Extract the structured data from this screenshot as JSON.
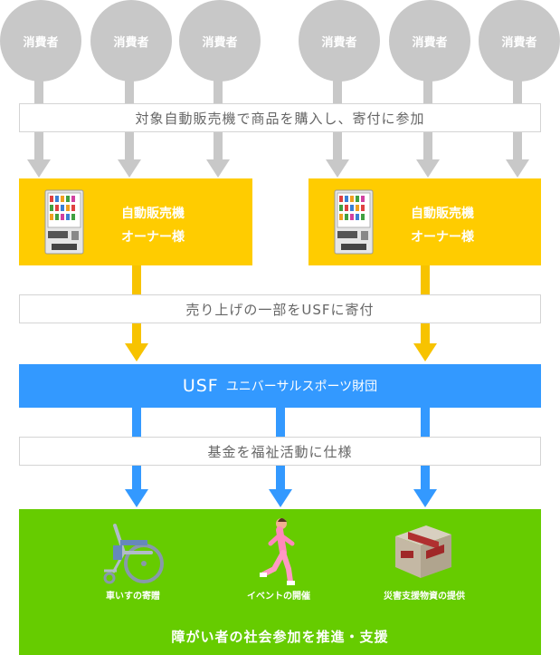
{
  "consumers": [
    "消費者",
    "消費者",
    "消費者",
    "消費者",
    "消費者",
    "消費者"
  ],
  "step1": "対象自動販売機で商品を購入し、寄付に参加",
  "owner_left": {
    "line1": "自動販売機",
    "line2": "オーナー様"
  },
  "owner_right": {
    "line1": "自動販売機",
    "line2": "オーナー様"
  },
  "step2": "売り上げの一部をUSFに寄付",
  "usf": {
    "abbr": "USF",
    "name": "ユニバーサルスポーツ財団"
  },
  "step3": "基金を福祉活動に仕様",
  "items": [
    "車いすの寄贈",
    "イベントの開催",
    "災害支援物資の提供"
  ],
  "goal": "障がい者の社会参加を推進・支援",
  "colors": {
    "gray": "#c8c8c8",
    "yellow": "#ffcc00",
    "blue": "#3399ff",
    "green": "#66cc00"
  }
}
